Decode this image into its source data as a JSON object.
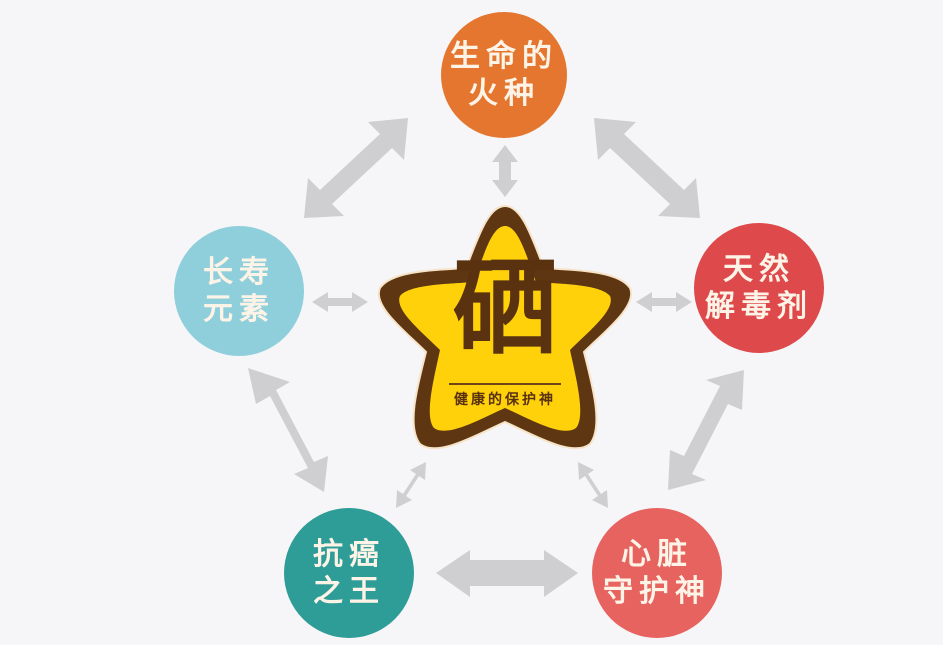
{
  "diagram": {
    "background": "#f6f6f8",
    "arrow_color": "#cfcfd2",
    "center": {
      "main_char": "硒",
      "subtitle": "健康的保护神",
      "fill": "#fed10b",
      "outline": "#5e3612",
      "text_color": "#5a3210"
    },
    "nodes": [
      {
        "id": "top",
        "lines": [
          "生命的",
          "火种"
        ],
        "color": "#e4762f"
      },
      {
        "id": "right",
        "lines": [
          "天然",
          "解毒剂"
        ],
        "color": "#de4a4b"
      },
      {
        "id": "bottom-right",
        "lines": [
          "心脏",
          "守护神"
        ],
        "color": "#e7635f"
      },
      {
        "id": "bottom-left",
        "lines": [
          "抗癌",
          "之王"
        ],
        "color": "#2e9c97"
      },
      {
        "id": "left",
        "lines": [
          "长寿",
          "元素"
        ],
        "color": "#8fcfdc"
      }
    ],
    "connections": [
      [
        "center",
        "top"
      ],
      [
        "center",
        "right"
      ],
      [
        "center",
        "bottom-right"
      ],
      [
        "center",
        "bottom-left"
      ],
      [
        "center",
        "left"
      ],
      [
        "top",
        "right"
      ],
      [
        "right",
        "bottom-right"
      ],
      [
        "bottom-right",
        "bottom-left"
      ],
      [
        "bottom-left",
        "left"
      ],
      [
        "left",
        "top"
      ]
    ]
  }
}
